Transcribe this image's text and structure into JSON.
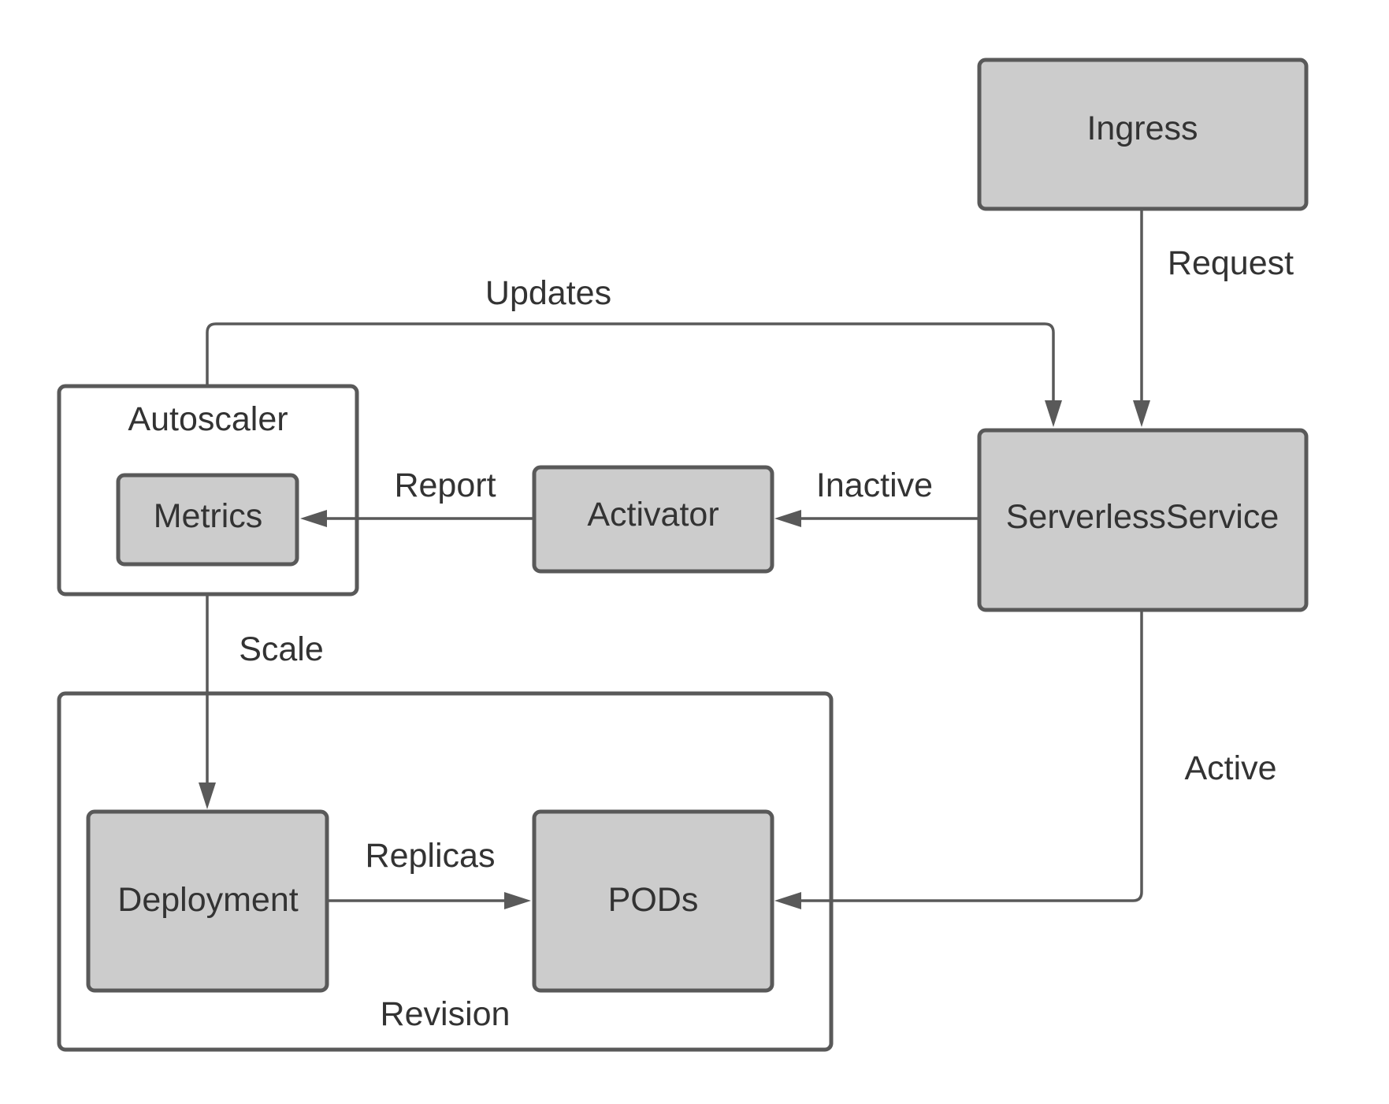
{
  "nodes": {
    "ingress": "Ingress",
    "serverless_service": "ServerlessService",
    "activator": "Activator",
    "autoscaler": "Autoscaler",
    "metrics": "Metrics",
    "deployment": "Deployment",
    "pods": "PODs",
    "revision": "Revision"
  },
  "edges": {
    "request": "Request",
    "updates": "Updates",
    "inactive": "Inactive",
    "report": "Report",
    "scale": "Scale",
    "replicas": "Replicas",
    "active": "Active"
  },
  "colors": {
    "node_fill": "#cccccc",
    "stroke": "#595959",
    "text": "#333333"
  }
}
